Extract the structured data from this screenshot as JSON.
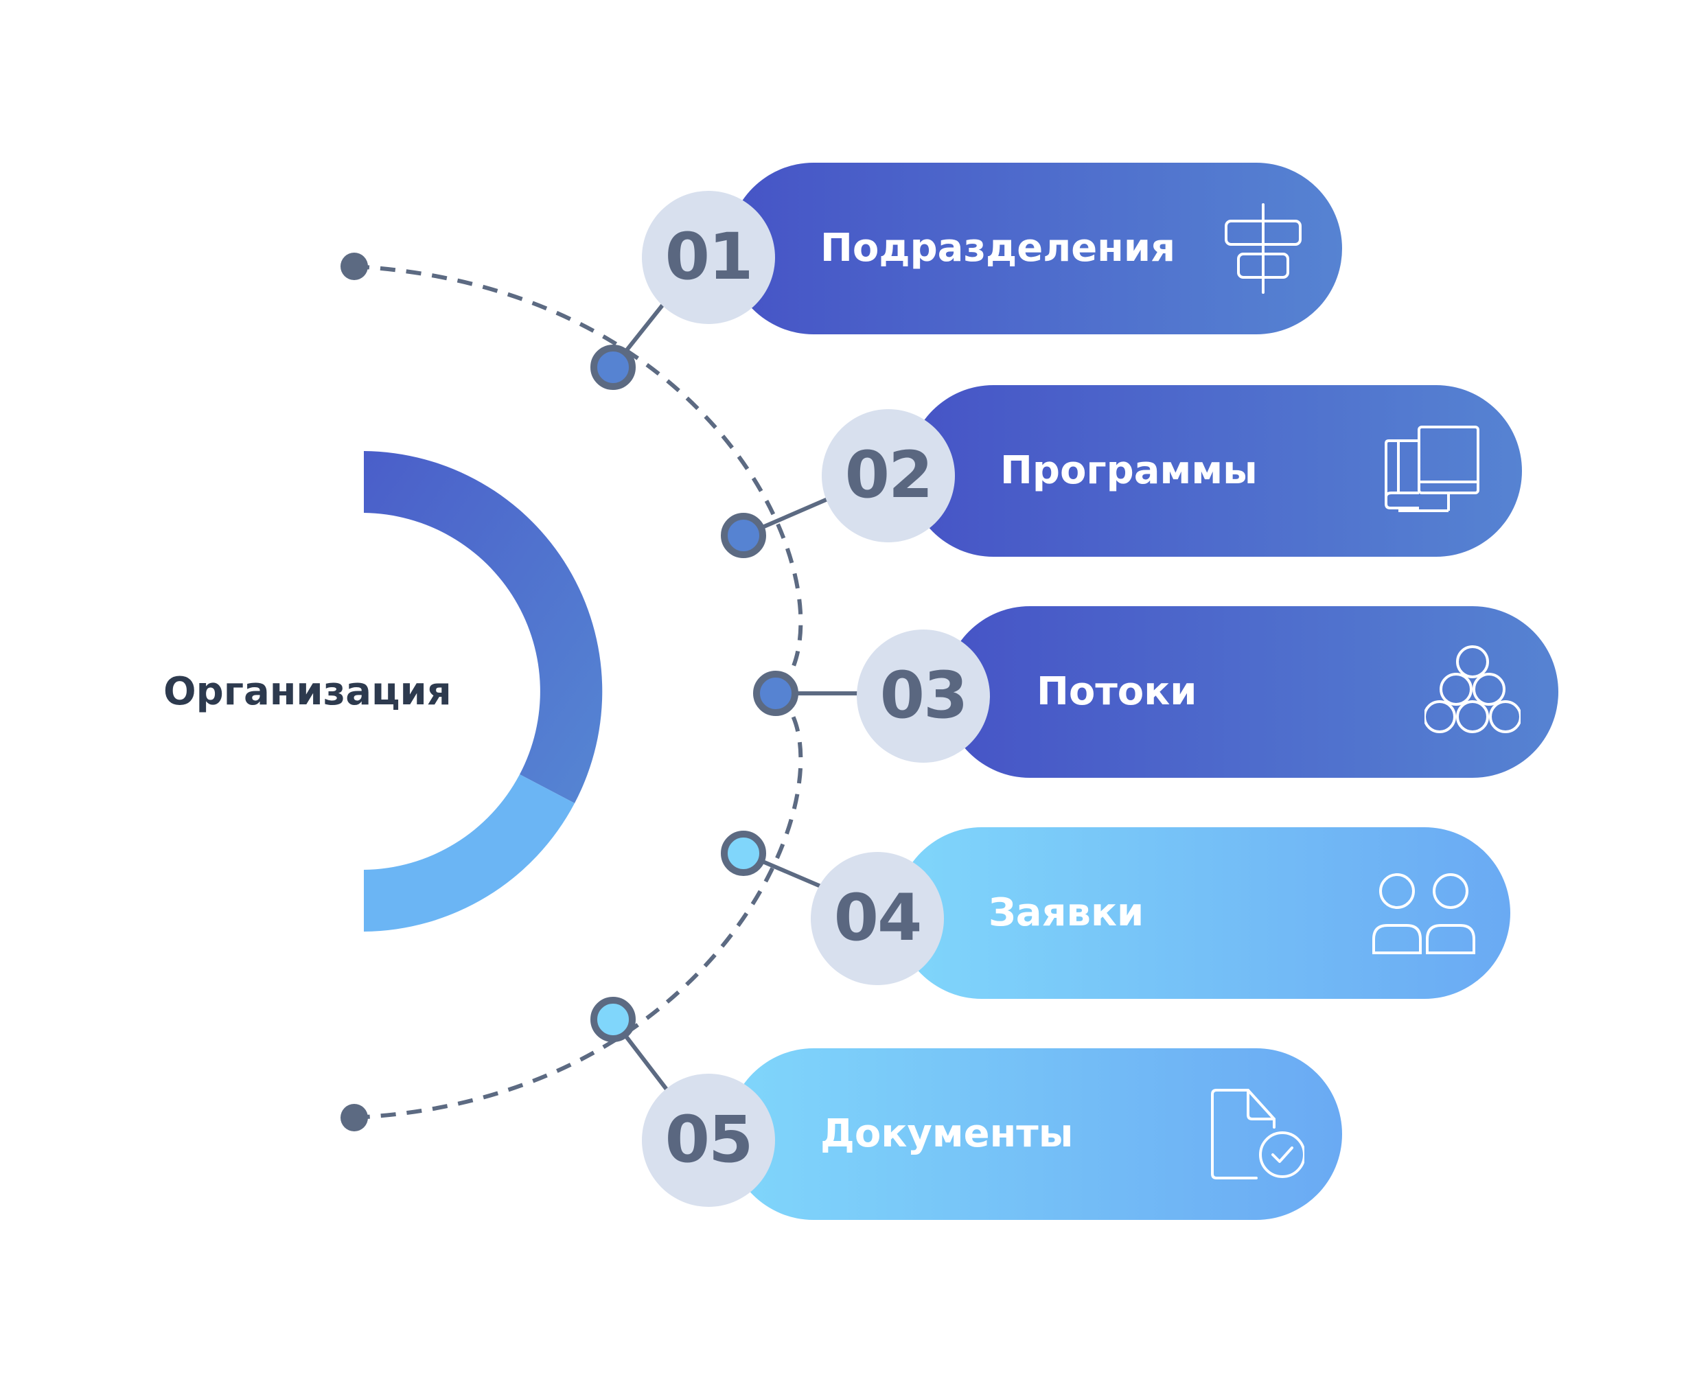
{
  "center": {
    "label": "Организация"
  },
  "items": [
    {
      "num": "01",
      "label": "Подразделения",
      "icon": "alignment-icon",
      "tone": "dark"
    },
    {
      "num": "02",
      "label": "Программы",
      "icon": "books-monitor-icon",
      "tone": "dark"
    },
    {
      "num": "03",
      "label": "Потоки",
      "icon": "circles-pyramid-icon",
      "tone": "dark"
    },
    {
      "num": "04",
      "label": "Заявки",
      "icon": "users-icon",
      "tone": "light"
    },
    {
      "num": "05",
      "label": "Документы",
      "icon": "document-check-icon",
      "tone": "light"
    }
  ],
  "colors": {
    "dark_start": "#4654c6",
    "dark_end": "#5683d2",
    "light_start": "#80d6fb",
    "light_end": "#6aaaf3",
    "number_circle": "#d8e0ee",
    "number_text": "#5a6780",
    "connector": "#5c6a82",
    "text_dark": "#2d3a4e"
  }
}
